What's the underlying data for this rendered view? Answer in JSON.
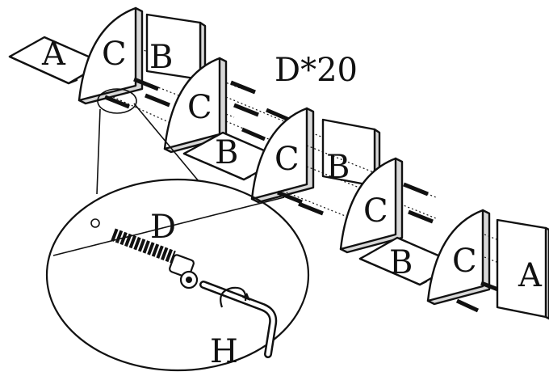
{
  "diagram": {
    "count_label": "D*20",
    "parts": {
      "A": "A",
      "B": "B",
      "C": "C",
      "D": "D",
      "H": "H"
    }
  }
}
